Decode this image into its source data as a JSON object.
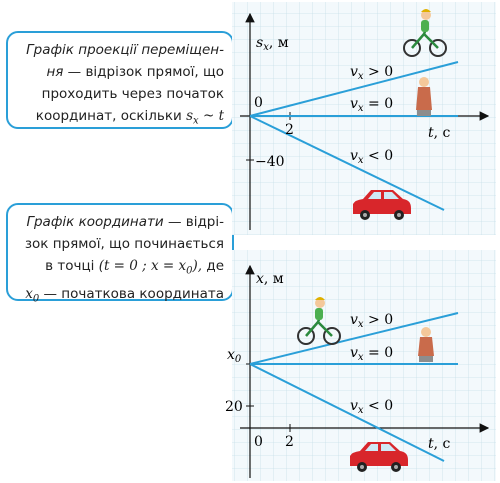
{
  "callout_top": {
    "line1_italic": "Графік проекції переміщен-",
    "line2_italic": "ня",
    "line2_rest": " — відрізок прямої, що",
    "line3": "проходить через початок",
    "line4_text": "координат, оскільки ",
    "line4_math": "s",
    "line4_sub": "x",
    "line4_math_rest": " ~ t"
  },
  "callout_bottom": {
    "line1_italic": "Графік координати",
    "line1_rest": " — відрі-",
    "line2": "зок прямої, що починається",
    "line3_text": "в точці ",
    "line3_math": "(t = 0 ;  x = x",
    "line3_sub": "0",
    "line3_math_end": "),",
    "line3_end": " де",
    "line4_math": "x",
    "line4_sub": "0",
    "line4_rest": " — початкова координата"
  },
  "graph_top": {
    "y_axis_label": "s",
    "y_axis_sub": "x",
    "y_axis_unit": ", м",
    "x_axis_label": "t",
    "x_axis_unit": ", с",
    "origin_label": "0",
    "tick_t": "2",
    "tick_s": "−40",
    "label_pos_v": "v",
    "label_pos_sub": "x",
    "label_pos_rel": " > 0",
    "label_zero_v": "v",
    "label_zero_sub": "x",
    "label_zero_rel": " = 0",
    "label_neg_v": "v",
    "label_neg_sub": "x",
    "label_neg_rel": " < 0"
  },
  "graph_bottom": {
    "y_axis_label": "x",
    "y_axis_unit": ", м",
    "x_axis_label": "t",
    "x_axis_unit": ", с",
    "x0_label": "x",
    "x0_sub": "0",
    "origin_label": "0",
    "tick_t": "2",
    "tick_x": "20",
    "label_pos_v": "v",
    "label_pos_sub": "x",
    "label_pos_rel": " > 0",
    "label_zero_v": "v",
    "label_zero_sub": "x",
    "label_zero_rel": " = 0",
    "label_neg_v": "v",
    "label_neg_sub": "x",
    "label_neg_rel": " < 0"
  },
  "colors": {
    "accent": "#2a9fd8",
    "grid": "#c9e0ea",
    "car": "#d8262b"
  },
  "icons": [
    "cyclist-icon",
    "standing-person-icon",
    "car-icon"
  ]
}
